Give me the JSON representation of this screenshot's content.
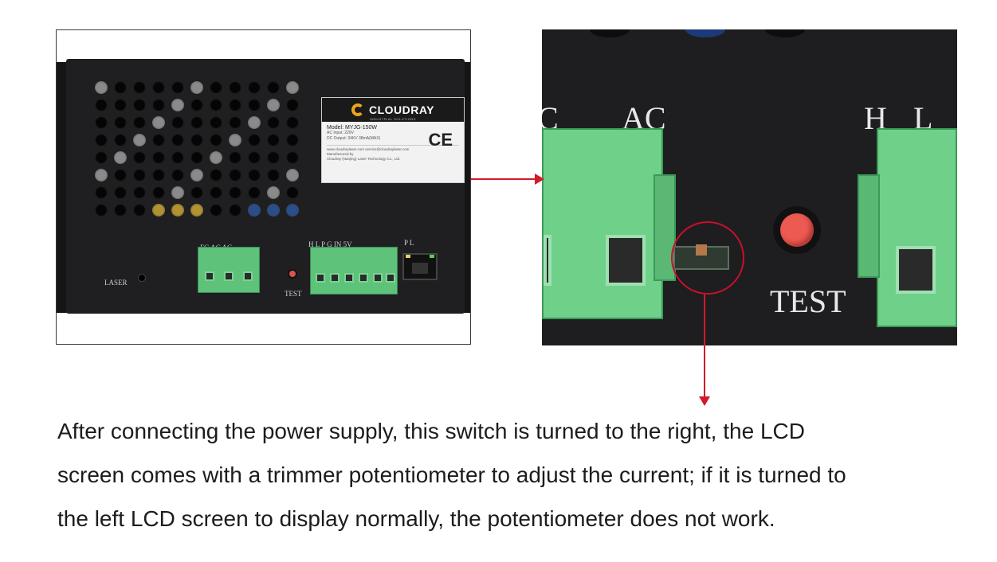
{
  "left_photo": {
    "label": {
      "brand": "CLOUDRAY",
      "brand_sub": "INDUSTRIAL SOLUTIONS",
      "model": "Model:  MYJG-150W",
      "ac_input": "AC Input:   220V",
      "dc_output": "DC Output:  34KV 38mA(MAX)",
      "contact": "www.cloudraylaser.com   service@cloudraylaser.com",
      "manufactured_by": "Manufactured by",
      "company": "Cloudray (Nanjing) Laser Technology Co., Ltd.",
      "ce": "CE"
    },
    "terminals_left": "FG   AC   AC",
    "terminals_right": "H   L   P   G   IN  5V",
    "port_labels": "P          L",
    "laser_label": "LASER",
    "test_label": "TEST"
  },
  "right_photo": {
    "label_ac": "AC",
    "label_c": "C",
    "label_h": "H",
    "label_l": "L",
    "test_label": "TEST"
  },
  "caption": {
    "lines": [
      "After connecting the power supply, this switch is turned to the right, the LCD",
      "screen comes with a trimmer potentiometer to adjust the current; if it is turned to",
      "the left LCD screen to display normally, the potentiometer does not work."
    ]
  },
  "colors": {
    "arrow": "#d11a2a",
    "terminal_green": "#5ec27a",
    "test_button": "#ec5a52"
  }
}
